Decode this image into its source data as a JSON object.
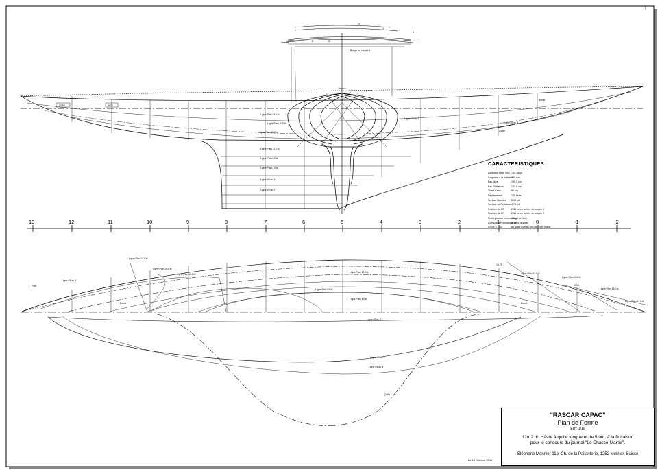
{
  "title_block": {
    "boat_name": "\"RASCAR CAPAC\"",
    "plan_name": "Plan de Forme",
    "scale": "Ech: 1/10",
    "desc_line1": "12m2 du Hâvre à quille longue et de 5.0m. à la flottaison",
    "desc_line2": "pour le concours du journal \"Le Chasse-Marée\".",
    "author": "Stéphane Monnier 11b. Ch. de la Pallanterie, 1252 Meinier, Suisse"
  },
  "date": "Le 18 Octobre 2011",
  "characteristics": {
    "title": "CARACTERISTIQUES",
    "items": [
      {
        "label": "Longueur Hors Tout",
        "value": "794.18cm"
      },
      {
        "label": "Longueur à la flottaison",
        "value": "500 cm"
      },
      {
        "label": "Bau Max",
        "value": "159.5 cm"
      },
      {
        "label": "Bau Flottaison",
        "value": "131.6 cm"
      },
      {
        "label": "Tirant d'eau",
        "value": "96 cm"
      },
      {
        "label": "Déplacement",
        "value": "730 litres"
      },
      {
        "label": "Surface Mouillée",
        "value": "5.29 m2"
      },
      {
        "label": "Surface de Flottaison",
        "value": "4.75 m2"
      },
      {
        "label": "Position du CB",
        "value": "2.55 m. en arrière du couple 0"
      },
      {
        "label": "Position du CF",
        "value": "2.64 m. en arrière du couple 0"
      },
      {
        "label": "Poids pour un enfoncement de 1cm",
        "value": "48kg"
      },
      {
        "label": "Coefficient Prismatique avec la quille",
        "value": "0.497"
      },
      {
        "label": "Creux à 1/3L",
        "value": "au quart du Bau, 85.4cm hors bordé"
      }
    ]
  },
  "station_scale": {
    "labels": [
      "13",
      "12",
      "11",
      "10",
      "9",
      "8",
      "7",
      "6",
      "5",
      "4",
      "3",
      "2",
      "1",
      "0",
      "-1",
      "-2"
    ]
  },
  "annotations": {
    "bow_note": "Bouge au couple 6",
    "dim_left": "10.85",
    "dim_mid": "6.26",
    "dim_right": "10.75",
    "dim_small": "2.50",
    "section_labels": [
      "0",
      "2",
      "4",
      "6",
      "8",
      "10",
      "12"
    ],
    "buttock_labels": [
      "Ligne Plan 24 Ext",
      "Ligne Plan 20 Ext",
      "Ligne Plan 16 Ext",
      "Ligne Plan 12 Ext",
      "Ligne Plan 8 Ext",
      "Ligne Plan 4 Ext"
    ],
    "waterline_labels": [
      "Ligne d'Eau 1",
      "Ligne d'Eau 2",
      "Ligne d'Eau 3",
      "Ligne d'Eau 4"
    ],
    "deck_label": "Pont",
    "keel_label": "Quille",
    "chine_label": "Bordé"
  }
}
